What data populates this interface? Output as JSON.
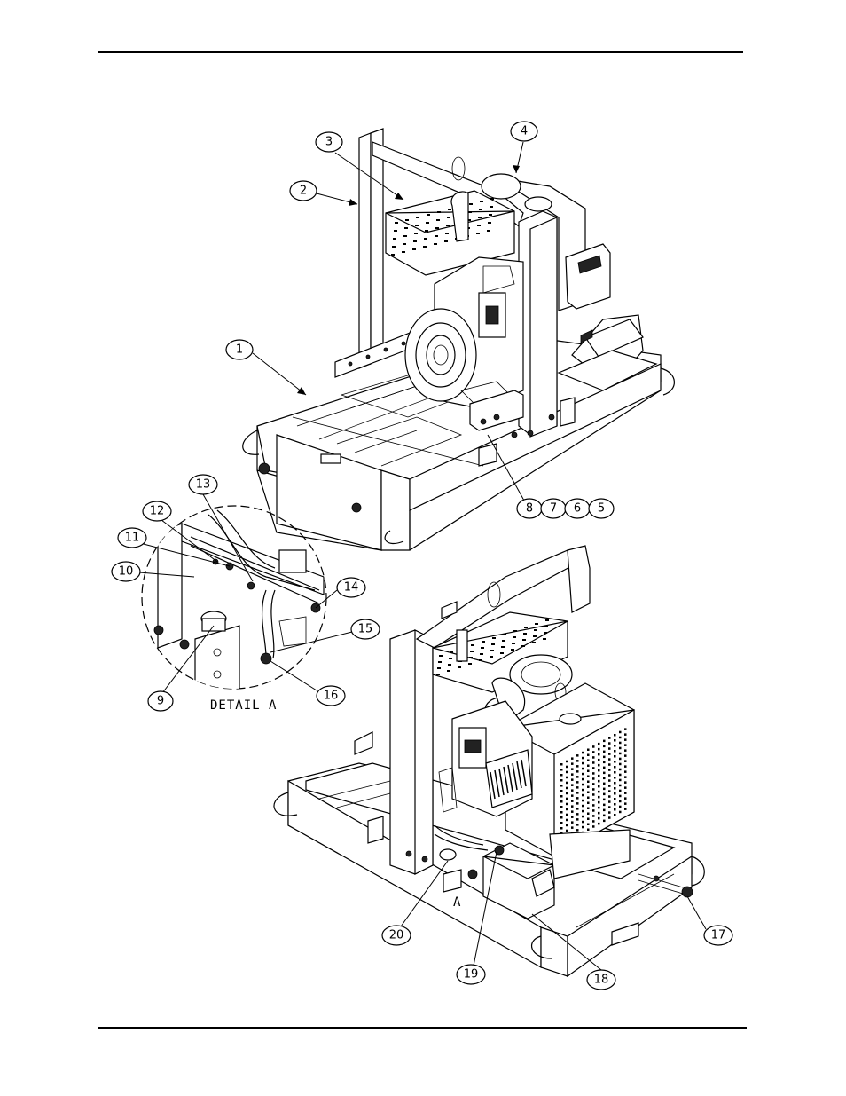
{
  "callouts": {
    "c1": "1",
    "c2": "2",
    "c3": "3",
    "c4": "4",
    "c5": "5",
    "c6": "6",
    "c7": "7",
    "c8": "8",
    "c9": "9",
    "c10": "10",
    "c11": "11",
    "c12": "12",
    "c13": "13",
    "c14": "14",
    "c15": "15",
    "c16": "16",
    "c17": "17",
    "c18": "18",
    "c19": "19",
    "c20": "20"
  },
  "labels": {
    "detail": "DETAIL A",
    "view_marker": "A"
  }
}
